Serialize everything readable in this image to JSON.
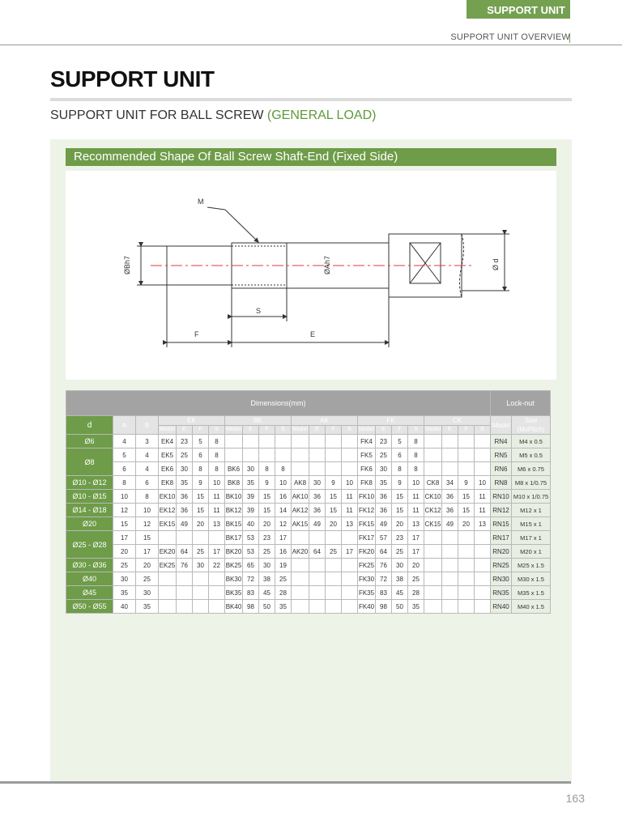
{
  "header": {
    "section_tag": "SUPPORT UNIT",
    "breadcrumb": "SUPPORT UNIT OVERVIEW"
  },
  "page_title": "SUPPORT UNIT",
  "subtitle": {
    "main": "SUPPORT UNIT FOR BALL SCREW ",
    "highlight": "(GENERAL LOAD)"
  },
  "section_header": "Recommended Shape Of Ball Screw Shaft-End (Fixed Side)",
  "drawing": {
    "labels": {
      "m": "M",
      "obh7": "ØBh7",
      "oah7": "ØAh7",
      "od": "Ø d",
      "s": "S",
      "f": "F",
      "e": "E"
    }
  },
  "table": {
    "dimensions_label": "Dimensions(mm)",
    "locknut_label": "Lock-nut",
    "col_d": "d",
    "col_a": "A",
    "col_b": "B",
    "groups": [
      "EK",
      "BK",
      "AK",
      "FK",
      "CK"
    ],
    "sub_headers": [
      "Model",
      "E",
      "F",
      "S"
    ],
    "lock_model": "Model",
    "lock_size_1": "Size",
    "lock_size_2": "(MxPitch)",
    "d_groups": [
      {
        "d": "Ø6",
        "rows": 1
      },
      {
        "d": "Ø8",
        "rows": 2
      },
      {
        "d": "Ø10 - Ø12",
        "rows": 1
      },
      {
        "d": "Ø10 - Ø15",
        "rows": 1
      },
      {
        "d": "Ø14 - Ø18",
        "rows": 1
      },
      {
        "d": "Ø20",
        "rows": 1
      },
      {
        "d": "Ø25 - Ø28",
        "rows": 2
      },
      {
        "d": "Ø30 - Ø36",
        "rows": 1
      },
      {
        "d": "Ø40",
        "rows": 1
      },
      {
        "d": "Ø45",
        "rows": 1
      },
      {
        "d": "Ø50 - Ø55",
        "rows": 1
      }
    ],
    "rows": [
      [
        "4",
        "3",
        "EK4",
        "23",
        "5",
        "8",
        "",
        "",
        "",
        "",
        "",
        "",
        "",
        "",
        "FK4",
        "23",
        "5",
        "8",
        "",
        "",
        "",
        "",
        "RN4",
        "M4 x 0.5"
      ],
      [
        "5",
        "4",
        "EK5",
        "25",
        "6",
        "8",
        "",
        "",
        "",
        "",
        "",
        "",
        "",
        "",
        "FK5",
        "25",
        "6",
        "8",
        "",
        "",
        "",
        "",
        "RN5",
        "M5 x 0.5"
      ],
      [
        "6",
        "4",
        "EK6",
        "30",
        "8",
        "8",
        "BK6",
        "30",
        "8",
        "8",
        "",
        "",
        "",
        "",
        "FK6",
        "30",
        "8",
        "8",
        "",
        "",
        "",
        "",
        "RN6",
        "M6 x 0.75"
      ],
      [
        "8",
        "6",
        "EK8",
        "35",
        "9",
        "10",
        "BK8",
        "35",
        "9",
        "10",
        "AK8",
        "30",
        "9",
        "10",
        "FK8",
        "35",
        "9",
        "10",
        "CK8",
        "34",
        "9",
        "10",
        "RN8",
        "M8 x 1/0.75"
      ],
      [
        "10",
        "8",
        "EK10",
        "36",
        "15",
        "11",
        "BK10",
        "39",
        "15",
        "16",
        "AK10",
        "36",
        "15",
        "11",
        "FK10",
        "36",
        "15",
        "11",
        "CK10",
        "36",
        "15",
        "11",
        "RN10",
        "M10 x 1/0.75"
      ],
      [
        "12",
        "10",
        "EK12",
        "36",
        "15",
        "11",
        "BK12",
        "39",
        "15",
        "14",
        "AK12",
        "36",
        "15",
        "11",
        "FK12",
        "36",
        "15",
        "11",
        "CK12",
        "36",
        "15",
        "11",
        "RN12",
        "M12 x 1"
      ],
      [
        "15",
        "12",
        "EK15",
        "49",
        "20",
        "13",
        "BK15",
        "40",
        "20",
        "12",
        "AK15",
        "49",
        "20",
        "13",
        "FK15",
        "49",
        "20",
        "13",
        "CK15",
        "49",
        "20",
        "13",
        "RN15",
        "M15 x 1"
      ],
      [
        "17",
        "15",
        "",
        "",
        "",
        "",
        "BK17",
        "53",
        "23",
        "17",
        "",
        "",
        "",
        "",
        "FK17",
        "57",
        "23",
        "17",
        "",
        "",
        "",
        "",
        "RN17",
        "M17 x 1"
      ],
      [
        "20",
        "17",
        "EK20",
        "64",
        "25",
        "17",
        "BK20",
        "53",
        "25",
        "16",
        "AK20",
        "64",
        "25",
        "17",
        "FK20",
        "64",
        "25",
        "17",
        "",
        "",
        "",
        "",
        "RN20",
        "M20 x 1"
      ],
      [
        "25",
        "20",
        "EK25",
        "76",
        "30",
        "22",
        "BK25",
        "65",
        "30",
        "19",
        "",
        "",
        "",
        "",
        "FK25",
        "76",
        "30",
        "20",
        "",
        "",
        "",
        "",
        "RN25",
        "M25 x 1.5"
      ],
      [
        "30",
        "25",
        "",
        "",
        "",
        "",
        "BK30",
        "72",
        "38",
        "25",
        "",
        "",
        "",
        "",
        "FK30",
        "72",
        "38",
        "25",
        "",
        "",
        "",
        "",
        "RN30",
        "M30 x 1.5"
      ],
      [
        "35",
        "30",
        "",
        "",
        "",
        "",
        "BK35",
        "83",
        "45",
        "28",
        "",
        "",
        "",
        "",
        "FK35",
        "83",
        "45",
        "28",
        "",
        "",
        "",
        "",
        "RN35",
        "M35 x 1.5"
      ],
      [
        "40",
        "35",
        "",
        "",
        "",
        "",
        "BK40",
        "98",
        "50",
        "35",
        "",
        "",
        "",
        "",
        "FK40",
        "98",
        "50",
        "35",
        "",
        "",
        "",
        "",
        "RN40",
        "M40 x 1.5"
      ]
    ]
  },
  "page_number": "163",
  "colors": {
    "brand_green": "#6e9c48",
    "header_gray": "#a3a3a3",
    "panel_bg": "#eef3e8"
  }
}
